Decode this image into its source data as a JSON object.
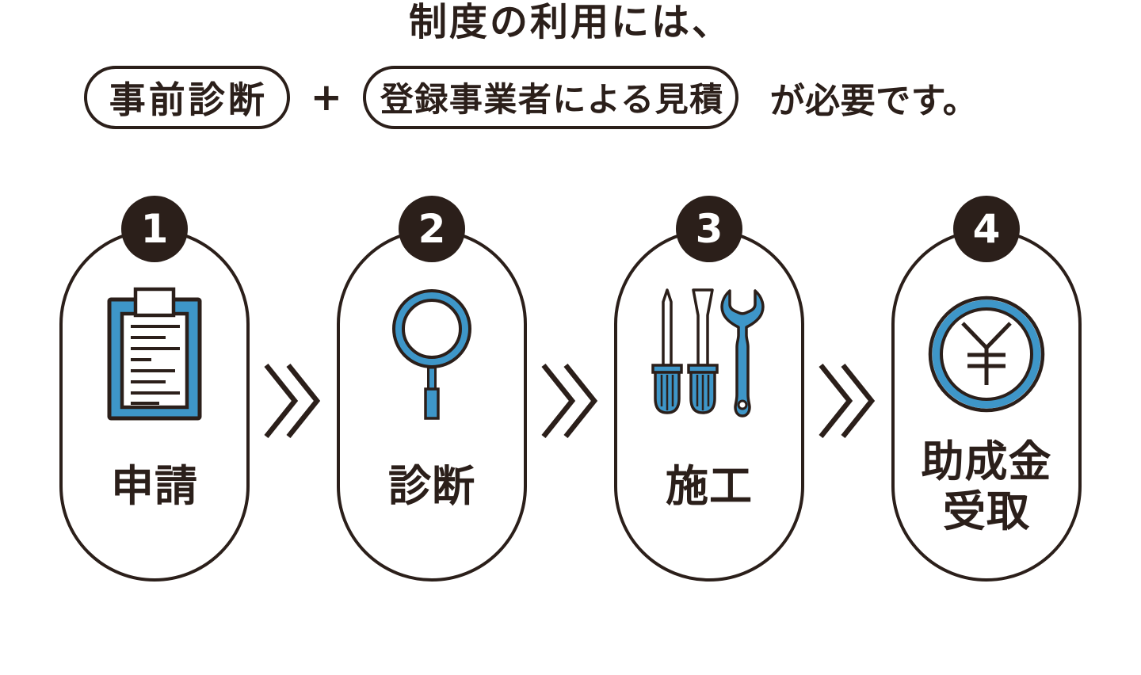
{
  "colors": {
    "ink": "#2b1f1a",
    "blue": "#3e96c8",
    "white": "#ffffff"
  },
  "header": {
    "title": "制度の利用には、"
  },
  "requirement": {
    "pill_1_label": "事前診断",
    "plus_sign": "+",
    "pill_2_label": "登録事業者による見積",
    "suffix": "が必要です。"
  },
  "steps": [
    {
      "number": "1",
      "label": "申請",
      "icon": "clipboard-icon"
    },
    {
      "number": "2",
      "label": "診断",
      "icon": "magnifying-glass-icon"
    },
    {
      "number": "3",
      "label": "施工",
      "icon": "tools-icon"
    },
    {
      "number": "4",
      "label": "助成金\n受取",
      "icon": "yen-coin-icon"
    }
  ],
  "separator": {
    "icon": "double-chevron-icon"
  }
}
